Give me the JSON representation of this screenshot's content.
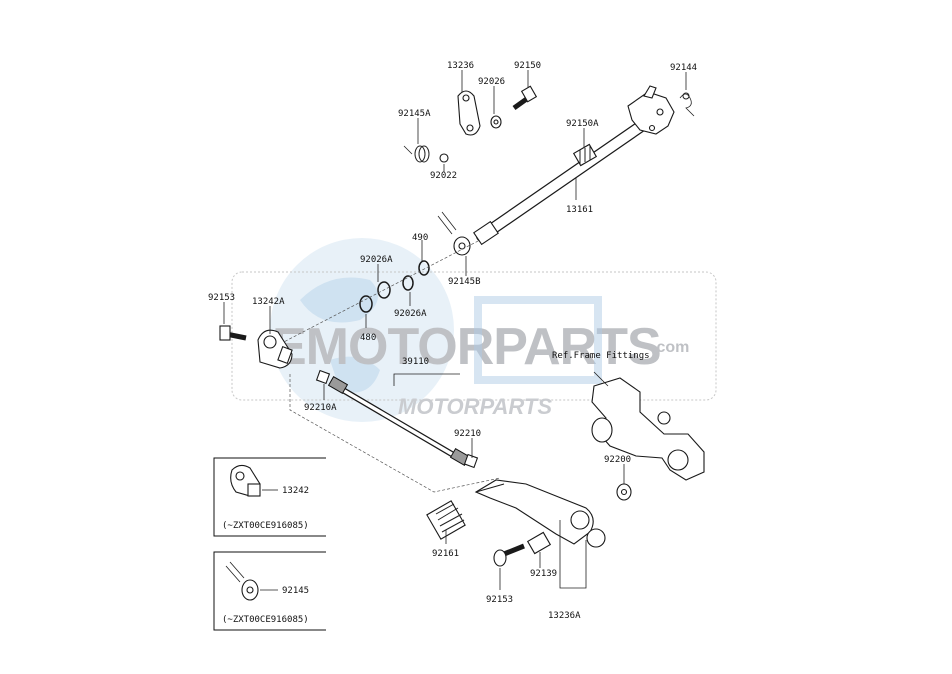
{
  "watermark": {
    "brand_large": "EMOTORPARTS",
    "domain_suffix": ".com",
    "brand_small": "MOTORPARTS",
    "colors": {
      "globe": "#a9cbe6",
      "text": "#8b8f96",
      "accent": "#3f7fc0"
    }
  },
  "reference_note": "Ref.Frame Fittings",
  "parts": {
    "p13236": "13236",
    "p92026": "92026",
    "p92150": "92150",
    "p92144": "92144",
    "p92145A": "92145A",
    "p92150A": "92150A",
    "p92022": "92022",
    "p13161": "13161",
    "p490": "490",
    "p92026A_upper": "92026A",
    "p92145B": "92145B",
    "p92026A_lower": "92026A",
    "p92153_top": "92153",
    "p13242A": "13242A",
    "p480": "480",
    "p39110": "39110",
    "p92210A": "92210A",
    "p92210": "92210",
    "p92200": "92200",
    "p92161": "92161",
    "p92139": "92139",
    "p92153_bottom": "92153",
    "p13236A": "13236A"
  },
  "insets": [
    {
      "part": "13242",
      "note": "(~ZXT00CE916085)"
    },
    {
      "part": "92145",
      "note": "(~ZXT00CE916085)"
    }
  ]
}
